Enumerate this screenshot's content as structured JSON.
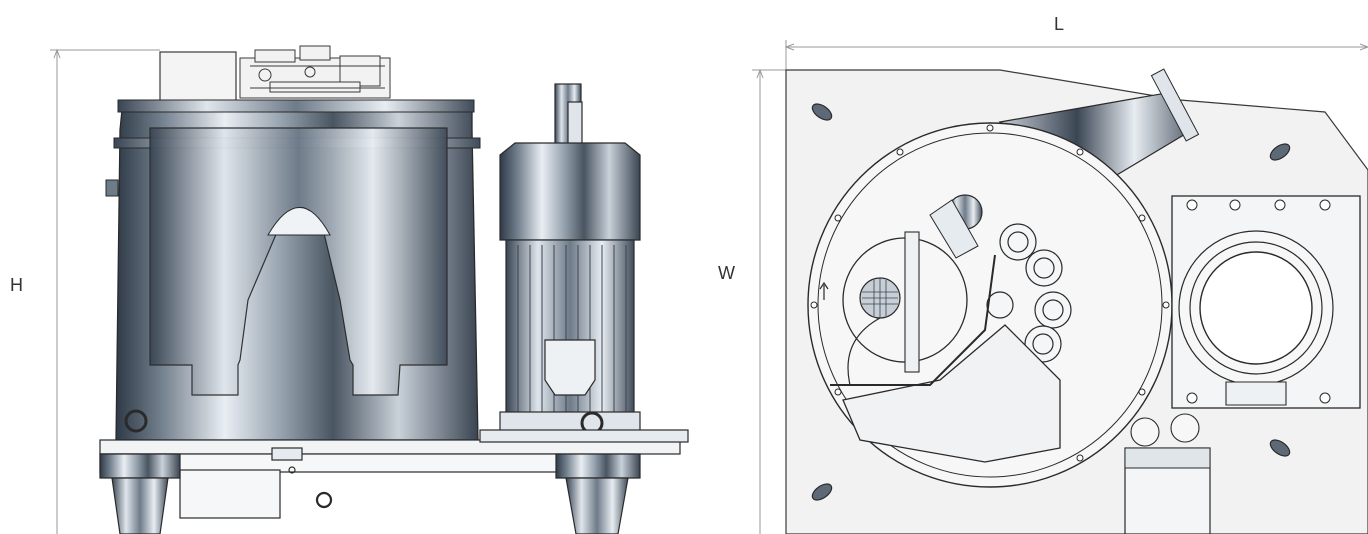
{
  "diagram": {
    "labels": {
      "height": "H",
      "width": "W",
      "length": "L"
    },
    "colors": {
      "line": "#3a3a3a",
      "steel_dark": "#3f4a57",
      "steel_mid": "#8f9aa6",
      "steel_light": "#e6ebf0",
      "plate": "#f2f2f2",
      "dimension": "#9a9a9a"
    }
  }
}
